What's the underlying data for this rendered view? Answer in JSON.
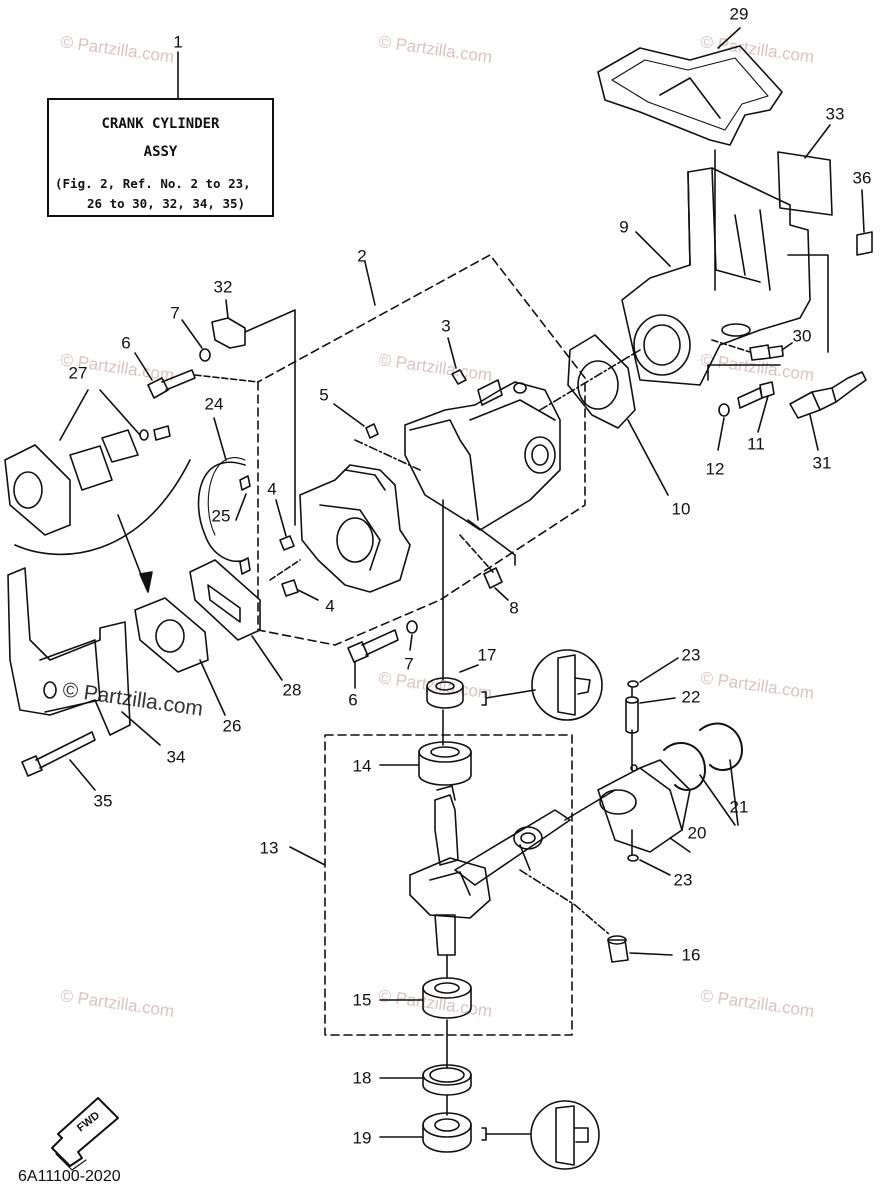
{
  "title_box": {
    "line1": "CRANK CYLINDER",
    "line2": "ASSY",
    "line3": "(Fig. 2, Ref. No. 2 to 23,",
    "line4": "26 to 30, 32, 34, 35)"
  },
  "part_code": "6A11100-2020",
  "fwd_label": "FWD",
  "watermark": {
    "text": "© Partzilla.com",
    "prominent_text": "© Partzilla.com"
  },
  "callouts": {
    "c1": "1",
    "c2": "2",
    "c3": "3",
    "c4a": "4",
    "c4b": "4",
    "c5": "5",
    "c6a": "6",
    "c6b": "6",
    "c7a": "7",
    "c7b": "7",
    "c8": "8",
    "c9": "9",
    "c10": "10",
    "c11": "11",
    "c12": "12",
    "c13": "13",
    "c14": "14",
    "c15": "15",
    "c16": "16",
    "c17": "17",
    "c18": "18",
    "c19": "19",
    "c20": "20",
    "c21": "21",
    "c22": "22",
    "c23a": "23",
    "c23b": "23",
    "c24": "24",
    "c25": "25",
    "c26": "26",
    "c27": "27",
    "c28": "28",
    "c29": "29",
    "c30": "30",
    "c31": "31",
    "c32": "32",
    "c33": "33",
    "c34": "34",
    "c35": "35",
    "c36": "36"
  },
  "colors": {
    "line": "#111111",
    "watermark": "#d8c4c4"
  }
}
